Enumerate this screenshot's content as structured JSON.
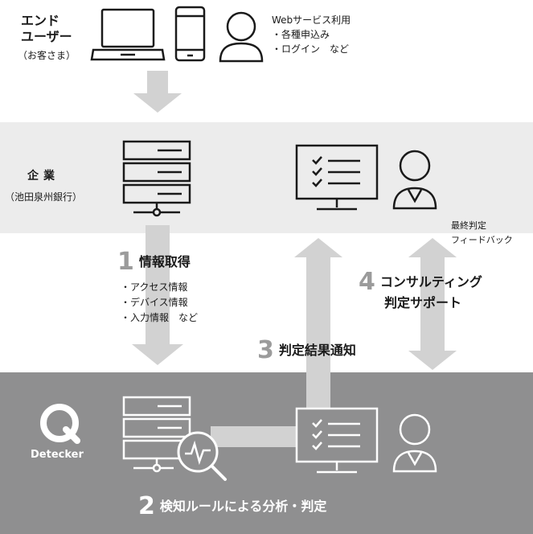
{
  "end_user": {
    "title_line1": "エンド",
    "title_line2": "ユーザー",
    "subtitle": "（お客さま）",
    "web_usage": {
      "title": "Webサービス利用",
      "items": [
        "・各種申込み",
        "・ログイン　など"
      ]
    }
  },
  "company": {
    "title": "企業",
    "subtitle": "（池田泉州銀行）",
    "final_feedback_line1": "最終判定",
    "final_feedback_line2": "フィードバック"
  },
  "steps": {
    "step1": {
      "number": "1",
      "label": "情報取得",
      "items": [
        "・アクセス情報",
        "・デバイス情報",
        "・入力情報　など"
      ]
    },
    "step2": {
      "number": "2",
      "label": "検知ルールによる分析・判定"
    },
    "step3": {
      "number": "3",
      "label": "判定結果通知"
    },
    "step4": {
      "number": "4",
      "label_line1": "コンサルティング",
      "label_line2": "判定サポート"
    }
  },
  "detecker": {
    "name": "Detecker"
  },
  "colors": {
    "band_mid": "#ececec",
    "band_bottom": "#8f8f90",
    "arrow": "#d2d2d2",
    "ink": "#1a1a1a",
    "step_number": "#9b9b9b"
  }
}
